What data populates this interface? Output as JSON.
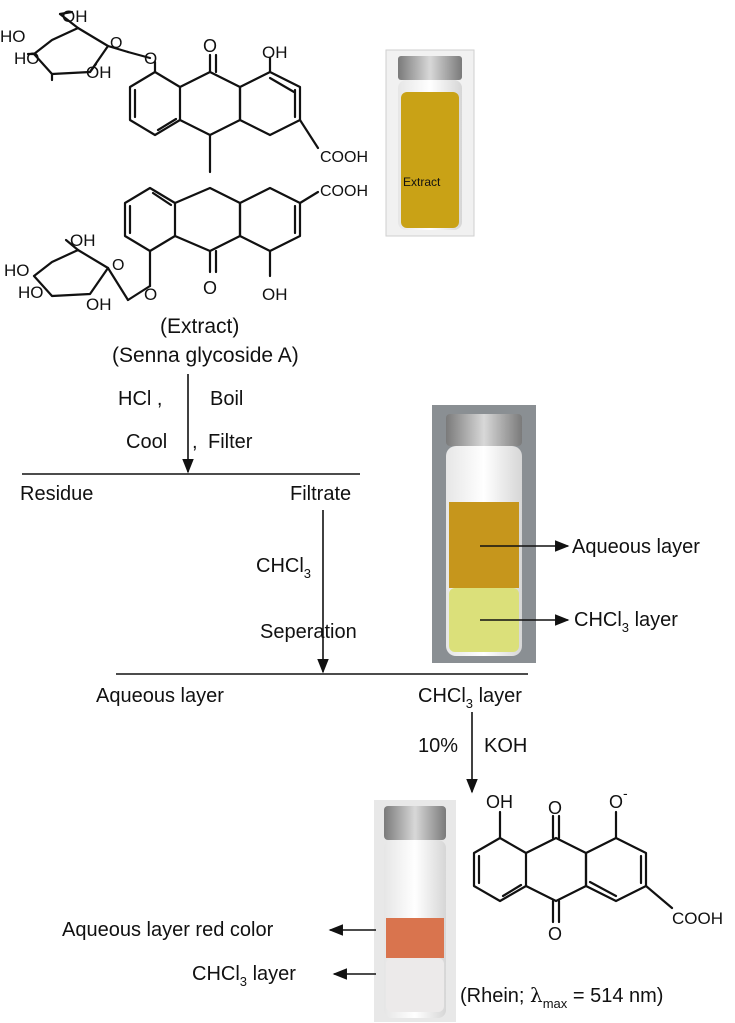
{
  "top_structure": {
    "oh_labels": [
      "OH",
      "HO",
      "HO",
      "OH",
      "OH"
    ],
    "o_label": "O",
    "cooh": "COOH",
    "photo_text": "Extract"
  },
  "captions": {
    "extract": "(Extract)",
    "senna": "(Senna glycoside A)"
  },
  "step1": {
    "reagent_left": "HCl ,",
    "reagent_right": "Boil",
    "cond_left": "Cool",
    "cond_comma": ",",
    "cond_right": "Filter",
    "residue": "Residue",
    "filtrate": "Filtrate"
  },
  "step2": {
    "reagent": "CHCl",
    "reagent_sub": "3",
    "cond": "Seperation",
    "aqueous": "Aqueous layer",
    "chcl3_layer": "CHCl",
    "chcl3_sub": "3",
    "chcl3_suffix": " layer",
    "photo_aq_label": "Aqueous layer",
    "photo_chcl3": "CHCl",
    "photo_chcl3_sub": "3",
    "photo_chcl3_suffix": " layer"
  },
  "step3": {
    "reagent_left": "10%",
    "reagent_right": "KOH",
    "photo_aq_label": "Aqueous layer red color",
    "photo_chcl3": "CHCl",
    "photo_chcl3_sub": "3",
    "photo_chcl3_suffix": " layer"
  },
  "rhein": {
    "oh": "OH",
    "o_minus": "O",
    "charge": "-",
    "o_top": "O",
    "o_bottom": "O",
    "cooh": "COOH",
    "caption_pre": "(Rhein; ",
    "lambda": "λ",
    "lambda_sub": "max",
    "caption_post": " = 514 nm)"
  },
  "colors": {
    "extract_liquid": "#c9a216",
    "aqueous_liquid": "#c6961c",
    "chcl3_liquid": "#dbe07a",
    "red_layer": "#d9744e",
    "cap": "#a8a8a8",
    "photo_bg": "#8a8f93"
  }
}
